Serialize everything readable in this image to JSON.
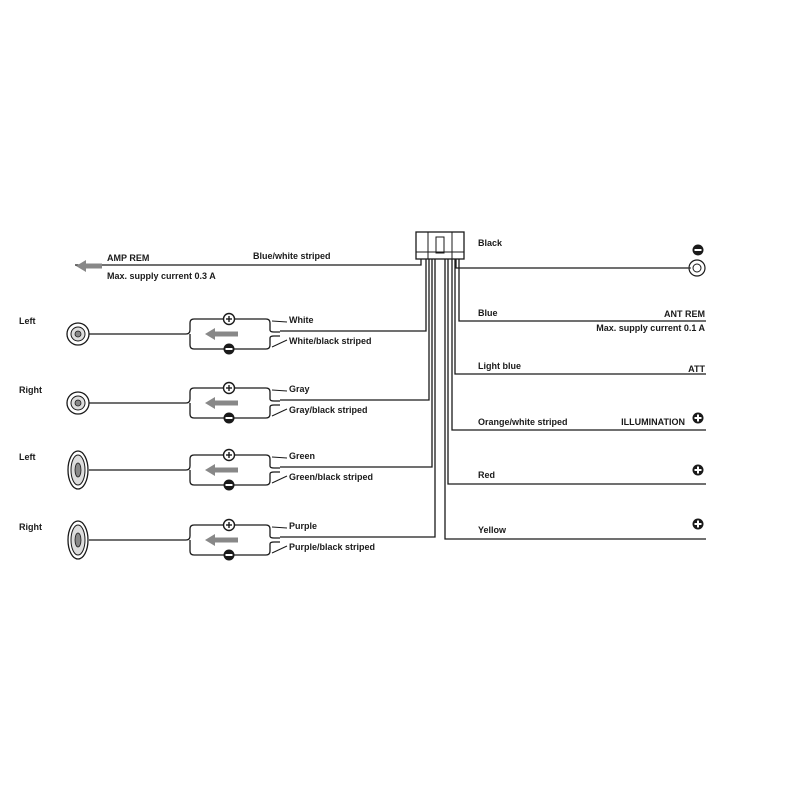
{
  "connector": {
    "label": ""
  },
  "amp": {
    "title": "AMP REM",
    "subtitle": "Max. supply current 0.3 A",
    "wire": "Blue/white striped"
  },
  "speakers": [
    {
      "side": "Left",
      "plus_wire": "White",
      "minus_wire": "White/black striped"
    },
    {
      "side": "Right",
      "plus_wire": "Gray",
      "minus_wire": "Gray/black striped"
    },
    {
      "side": "Left",
      "plus_wire": "Green",
      "minus_wire": "Green/black striped"
    },
    {
      "side": "Right",
      "plus_wire": "Purple",
      "minus_wire": "Purple/black striped"
    }
  ],
  "right_wires": [
    {
      "color": "Black",
      "function": "",
      "note": ""
    },
    {
      "color": "Blue",
      "function": "ANT REM",
      "note": "Max. supply current 0.1 A"
    },
    {
      "color": "Light blue",
      "function": "ATT",
      "note": ""
    },
    {
      "color": "Orange/white striped",
      "function": "ILLUMINATION",
      "note": ""
    },
    {
      "color": "Red",
      "function": "",
      "note": ""
    },
    {
      "color": "Yellow",
      "function": "",
      "note": ""
    }
  ],
  "symbols": {
    "plus": "+",
    "minus": "−"
  },
  "icons": [
    "speaker-icon",
    "polarity-plus-icon",
    "polarity-minus-icon",
    "ground-icon",
    "arrow-left-icon"
  ]
}
